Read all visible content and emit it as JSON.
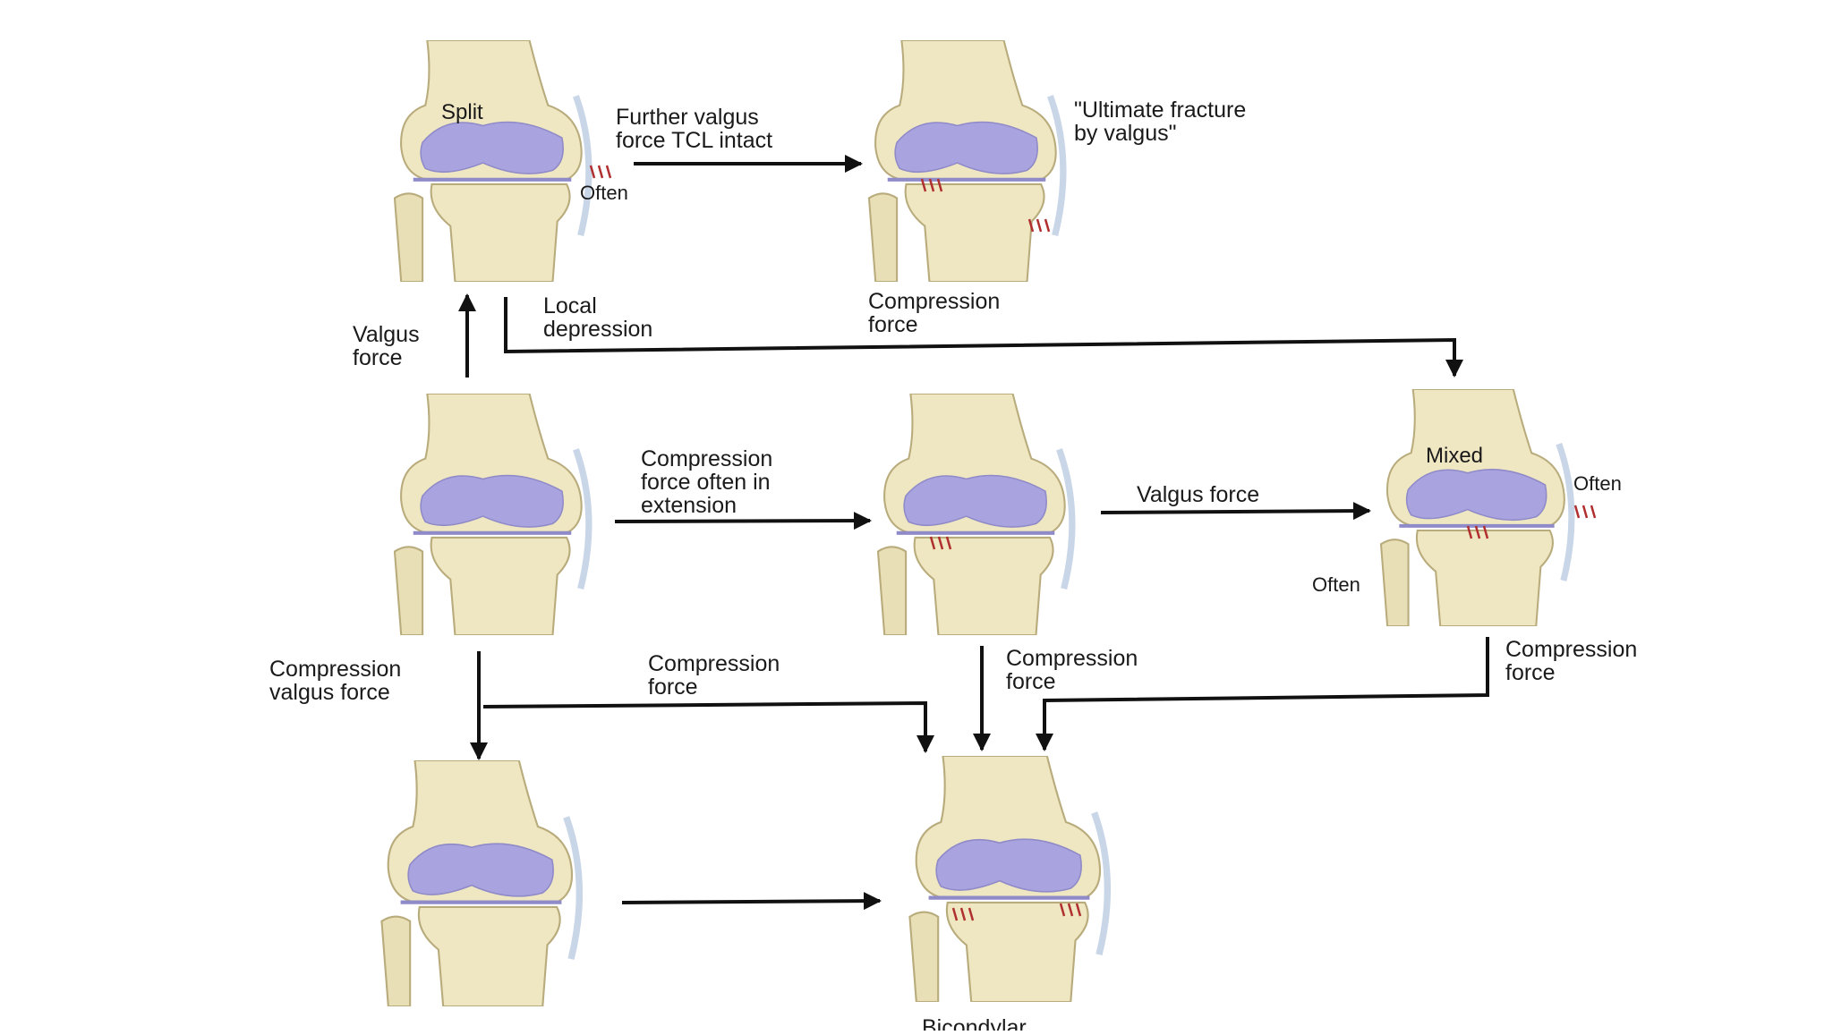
{
  "knees": {
    "split": {
      "label": "Split"
    },
    "ultimate": {},
    "base": {},
    "local": {},
    "mixed": {
      "label": "Mixed"
    },
    "depression": {},
    "bicondylar": {}
  },
  "labels": {
    "often": "Often",
    "further_valgus": "Further valgus\nforce TCL intact",
    "ultimate_fracture": "\"Ultimate fracture\nby valgus\"",
    "valgus_force_vertical": "Valgus\nforce",
    "local_depression": "Local\ndepression",
    "compression_force_top": "Compression\nforce",
    "compression_extension": "Compression\nforce often in\nextension",
    "valgus_force": "Valgus force",
    "compression_valgus": "Compression\nvalgus force",
    "compression_force_left": "Compression\nforce",
    "compression_force_mid": "Compression\nforce",
    "compression_force_right": "Compression\nforce",
    "bicondylar_caption": "Bicondylar"
  },
  "colors": {
    "bone": "#efe6c2",
    "bone_edge": "#b8ab7c",
    "cartilage": "#a9a4df",
    "ligament": "#c9d6e8",
    "arrow": "#111111",
    "crack": "#b03030"
  }
}
